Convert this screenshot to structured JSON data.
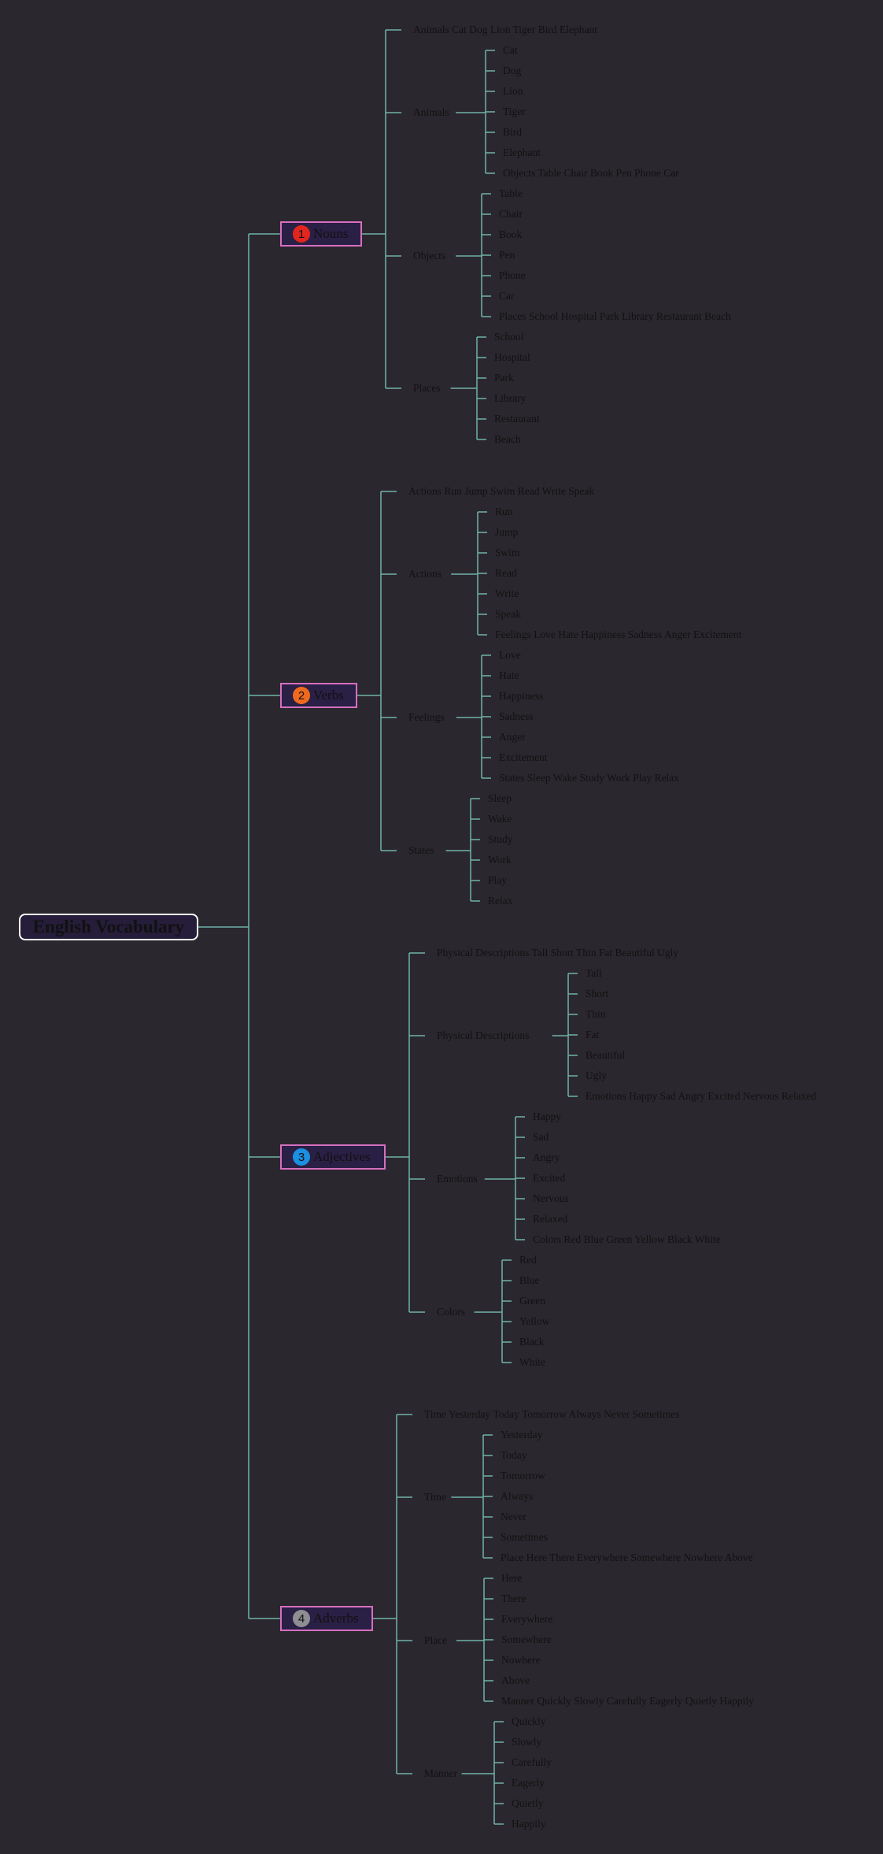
{
  "root": {
    "label": "English Vocabulary"
  },
  "colors": {
    "background": "#2b272e",
    "connector": "#6fb3a8",
    "root_border": "#ffffff",
    "category_border": "#d66fc0",
    "category_fill": "#2a1f45",
    "text": "#111111"
  },
  "categories": [
    {
      "number": "1",
      "label": "Nouns",
      "badge_color": "#e0261e",
      "groups": [
        {
          "label": "Animals",
          "summary": "Animals Cat Dog Lion Tiger Bird Elephant",
          "items": [
            "Cat",
            "Dog",
            "Lion",
            "Tiger",
            "Bird",
            "Elephant"
          ]
        },
        {
          "label": "Objects",
          "summary": "Objects Table Chair Book Pen Phone Car",
          "items": [
            "Table",
            "Chair",
            "Book",
            "Pen",
            "Phone",
            "Car"
          ]
        },
        {
          "label": "Places",
          "summary": "Places School Hospital Park Library Restaurant Beach",
          "items": [
            "School",
            "Hospital",
            "Park",
            "Library",
            "Restaurant",
            "Beach"
          ]
        }
      ]
    },
    {
      "number": "2",
      "label": "Verbs",
      "badge_color": "#ef6a1f",
      "groups": [
        {
          "label": "Actions",
          "summary": "Actions Run Jump Swim Read Write Speak",
          "items": [
            "Run",
            "Jump",
            "Swim",
            "Read",
            "Write",
            "Speak"
          ]
        },
        {
          "label": "Feelings",
          "summary": "Feelings Love Hate Happiness Sadness Anger Excitement",
          "items": [
            "Love",
            "Hate",
            "Happiness",
            "Sadness",
            "Anger",
            "Excitement"
          ]
        },
        {
          "label": "States",
          "summary": "States Sleep Wake Study Work Play Relax",
          "items": [
            "Sleep",
            "Wake",
            "Study",
            "Work",
            "Play",
            "Relax"
          ]
        }
      ]
    },
    {
      "number": "3",
      "label": "Adjectives",
      "badge_color": "#1b8fe0",
      "groups": [
        {
          "label": "Physical Descriptions",
          "summary": "Physical Descriptions Tall Short Thin Fat Beautiful Ugly",
          "items": [
            "Tall",
            "Short",
            "Thin",
            "Fat",
            "Beautiful",
            "Ugly"
          ]
        },
        {
          "label": "Emotions",
          "summary": "Emotions Happy Sad Angry Excited Nervous Relaxed",
          "items": [
            "Happy",
            "Sad",
            "Angry",
            "Excited",
            "Nervous",
            "Relaxed"
          ]
        },
        {
          "label": "Colors",
          "summary": "Colors Red Blue Green Yellow Black White",
          "items": [
            "Red",
            "Blue",
            "Green",
            "Yellow",
            "Black",
            "White"
          ]
        }
      ]
    },
    {
      "number": "4",
      "label": "Adverbs",
      "badge_color": "#8e8e93",
      "groups": [
        {
          "label": "Time",
          "summary": "Time Yesterday Today Tomorrow Always Never Sometimes",
          "items": [
            "Yesterday",
            "Today",
            "Tomorrow",
            "Always",
            "Never",
            "Sometimes"
          ]
        },
        {
          "label": "Place",
          "summary": "Place Here There Everywhere Somewhere Nowhere Above",
          "items": [
            "Here",
            "There",
            "Everywhere",
            "Somewhere",
            "Nowhere",
            "Above"
          ]
        },
        {
          "label": "Manner",
          "summary": "Manner Quickly Slowly Carefully Eagerly Quietly Happily",
          "items": [
            "Quickly",
            "Slowly",
            "Carefully",
            "Eagerly",
            "Quietly",
            "Happily"
          ]
        }
      ]
    }
  ]
}
